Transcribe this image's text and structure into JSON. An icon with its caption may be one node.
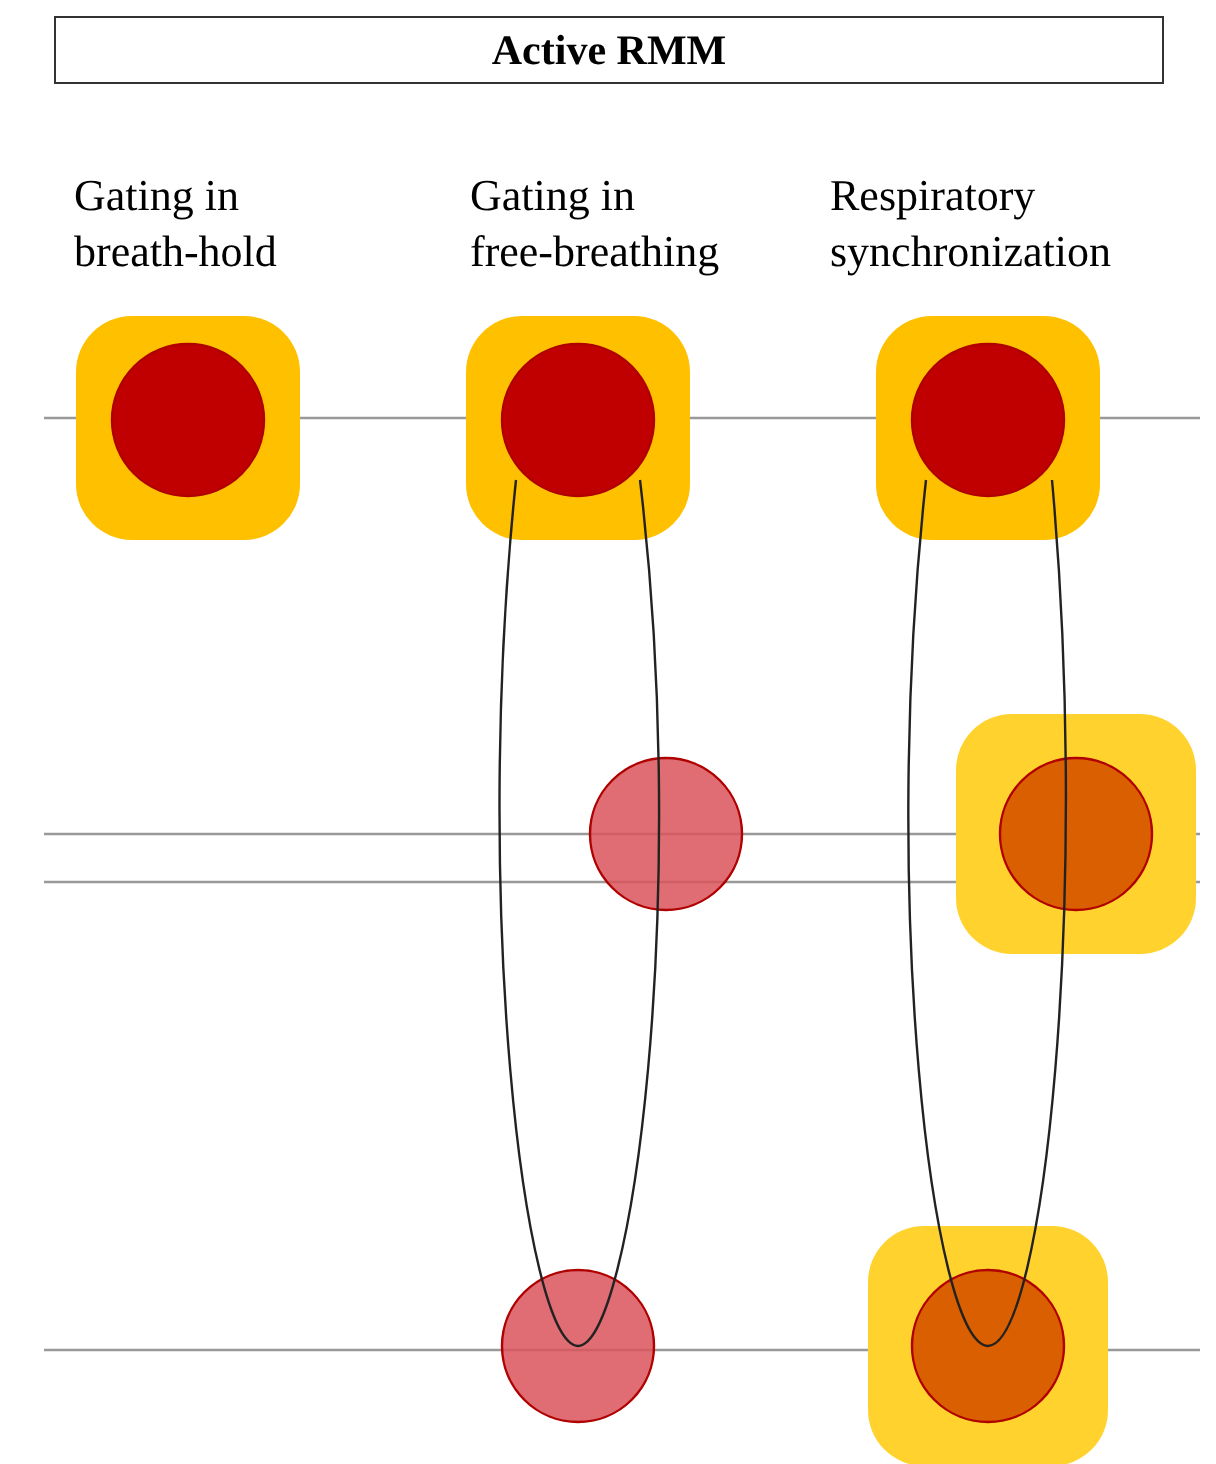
{
  "diagram": {
    "title": "Active RMM",
    "labels": [
      "Gating in breath-hold",
      "Gating in free-breathing",
      "Respiratory synchronization"
    ]
  }
}
